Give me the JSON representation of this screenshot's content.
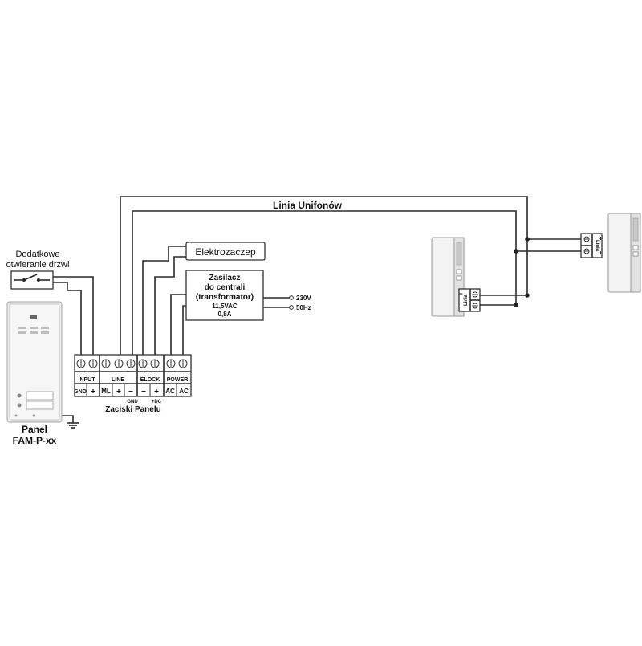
{
  "labels": {
    "door_button": [
      "Dodatkowe",
      "otwieranie drzwi"
    ],
    "panel": [
      "Panel",
      "FAM-P-xx"
    ],
    "terminals_caption": "Zaciski Panelu",
    "line_title": "Linia Unifonów",
    "elektrozaczep": "Elektrozaczep",
    "power_supply": [
      "Zasilacz",
      "do centrali",
      "(transformator)",
      "11,5VAC",
      "0,8A"
    ],
    "mains": [
      "230V",
      "50Hz"
    ],
    "handset_terminal_label": "Linia",
    "plus": "+",
    "minus": "−"
  },
  "terminal_block": {
    "groups": [
      "INPUT",
      "LINE",
      "ELOCK",
      "POWER"
    ],
    "pins": [
      "GND",
      "+",
      "ML",
      "+",
      "−",
      "−",
      "+",
      "AC",
      "AC"
    ],
    "sub_labels": [
      "GND",
      "+DC"
    ]
  },
  "colors": {
    "wire": "#2b2b2b",
    "unit_body": "#f3f3f3",
    "panel_body": "#ececec"
  }
}
